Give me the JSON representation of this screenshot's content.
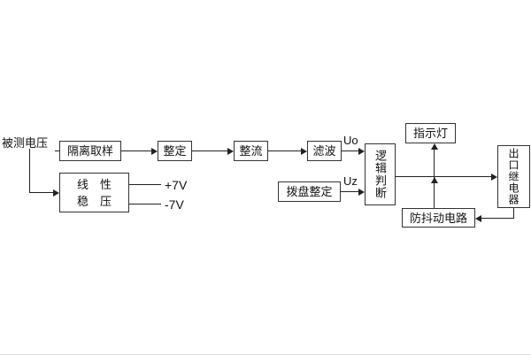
{
  "diagram": {
    "input_label": "被测电压",
    "blocks": {
      "isolation": "隔离取样",
      "setting": "整定",
      "rectifier": "整流",
      "filter": "滤波",
      "logic": "逻辑判断",
      "indicator": "指示灯",
      "output_relay": "出口继电器",
      "dial_setting": "拨盘整定",
      "anti_jitter": "防抖动电路",
      "regulator_line1": "线　性",
      "regulator_line2": "稳　压"
    },
    "signal_labels": {
      "uo": "Uo",
      "uz": "Uz",
      "plus7v": "+7V",
      "minus7v": "-7V"
    },
    "colors": {
      "background": "#ffffff",
      "line": "#222222",
      "text": "#111111"
    }
  }
}
